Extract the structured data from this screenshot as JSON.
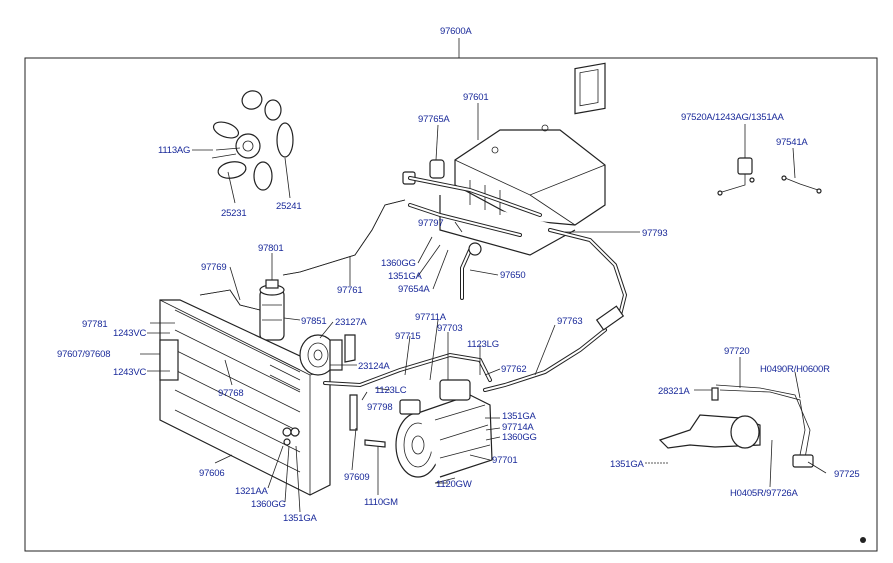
{
  "assembly_label": "97600A",
  "labels": {
    "l97601": "97601",
    "l97765A": "97765A",
    "l1113AG": "1113AG",
    "l25231": "25231",
    "l25241": "25241",
    "l97520A": "97520A/1243AG/1351AA",
    "l97541A": "97541A",
    "l97797": "97797",
    "l97793": "97793",
    "l1360GG_a": "1360GG",
    "l1351GA_a": "1351GA",
    "l97654A": "97654A",
    "l97650": "97650",
    "l97801": "97801",
    "l97769": "97769",
    "l97761": "97761",
    "l97781": "97781",
    "l1243VC_a": "1243VC",
    "l97851": "97851",
    "l23127A": "23127A",
    "l97607": "97607/97608",
    "l1243VC_b": "1243VC",
    "l23124A": "23124A",
    "l97768": "97768",
    "l97711A": "97711A",
    "l97715": "97715",
    "l97703": "97703",
    "l1123LG": "1123LG",
    "l97763": "97763",
    "l97762": "97762",
    "l1123LC": "1123LC",
    "l97798": "97798",
    "l1351GA_b": "1351GA",
    "l97714A": "97714A",
    "l1360GG_b": "1360GG",
    "l97701": "97701",
    "l97606": "97606",
    "l97609": "97609",
    "l1321AA": "1321AA",
    "l1360GG_c": "1360GG",
    "l1351GA_c": "1351GA",
    "l1110GM": "1110GM",
    "l1120GW": "1120GW",
    "l97720": "97720",
    "lH0490R": "H0490R/H0600R",
    "l28321A": "28321A",
    "l1351GA_d": "1351GA",
    "l97725": "97725",
    "lH0405R": "H0405R/97726A"
  }
}
